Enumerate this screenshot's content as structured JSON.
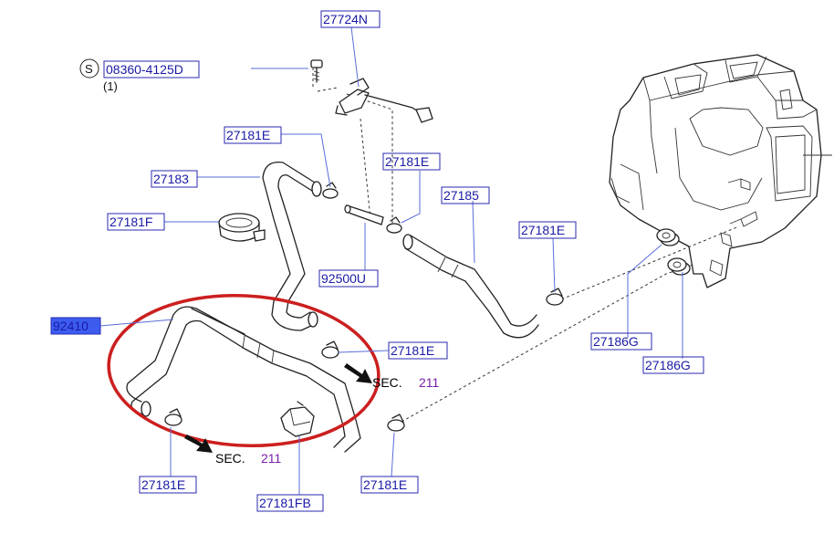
{
  "diagram": {
    "part_labels": {
      "p27724n": "27724N",
      "p08360": "08360-4125D",
      "qty": "(1)",
      "s_mark": "S",
      "p27181e_a": "27181E",
      "p27183": "27183",
      "p27181e_b": "27181E",
      "p27185": "27185",
      "p27181f": "27181F",
      "p92500u": "92500U",
      "p27181e_c": "27181E",
      "p92410": "92410",
      "p27181e_d": "27181E",
      "p27186g_a": "27186G",
      "p27186g_b": "27186G",
      "p27181e_e": "27181E",
      "p27181fb": "27181FB",
      "p27181e_f": "27181E"
    },
    "section_refs": {
      "sec1_text": "SEC.",
      "sec1_num": "211",
      "sec2_text": "SEC.",
      "sec2_num": "211"
    },
    "colors": {
      "label_text": "#1a1aa6",
      "label_border": "#2a2ab0",
      "selected_label_fill": "#3c5cf0",
      "highlight_ellipse": "#cc1f1f",
      "section_number": "#7a1fa8"
    }
  }
}
